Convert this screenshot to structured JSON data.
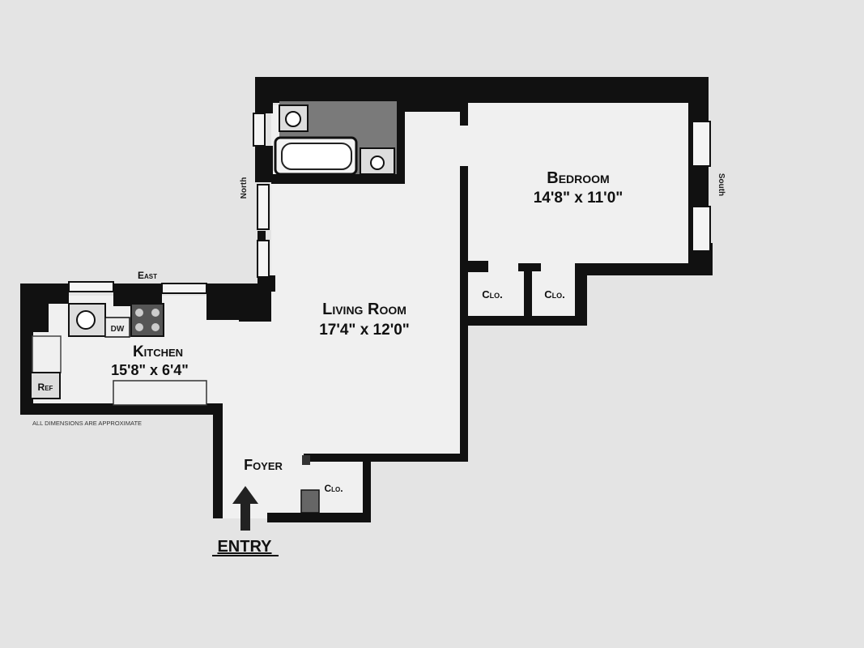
{
  "rooms": {
    "bedroom": {
      "name": "Bedroom",
      "dims": "14'8\" x 11'0\""
    },
    "living": {
      "name": "Living Room",
      "dims": "17'4\" x 12'0\""
    },
    "kitchen": {
      "name": "Kitchen",
      "dims": "15'8\" x 6'4\""
    },
    "foyer": {
      "name": "Foyer"
    }
  },
  "closets": {
    "bedroom_left": "Clo.",
    "bedroom_right": "Clo.",
    "foyer": "Clo."
  },
  "appliances": {
    "dishwasher": "DW",
    "refrigerator": "Ref"
  },
  "compass": {
    "north": "North",
    "east": "East",
    "south": "South"
  },
  "note": "ALL DIMENSIONS ARE APPROXIMATE",
  "entry": "ENTRY",
  "colors": {
    "wall": "#111111",
    "paper": "#e4e4e4",
    "floor": "#f2f2f2",
    "tile": "#777777"
  }
}
